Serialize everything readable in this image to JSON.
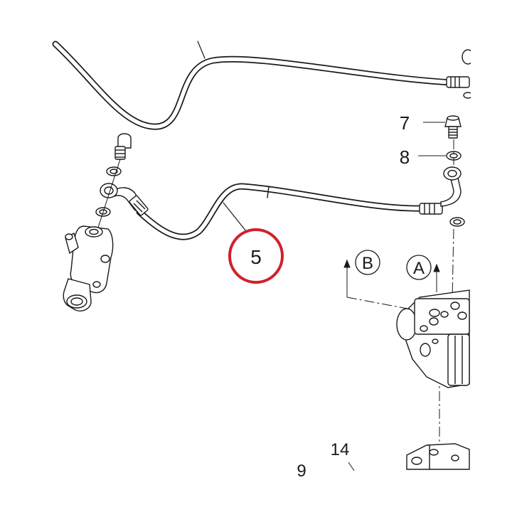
{
  "diagram": {
    "callouts": {
      "highlighted": "5",
      "bolt": "7",
      "washer": "8",
      "bottom_part": "14",
      "cut_off": "9"
    },
    "arrows": {
      "a": "A",
      "b": "B"
    },
    "colors": {
      "line": "#1a1a1a",
      "highlight": "#d0202a",
      "background": "#ffffff"
    }
  }
}
